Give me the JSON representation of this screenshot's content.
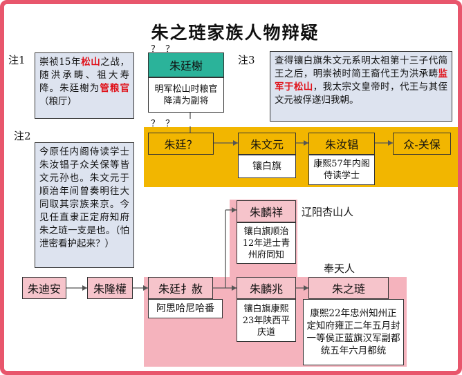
{
  "title": "朱之琏家族人物辩疑",
  "question_marks": {
    "top": "？ ？",
    "middle": "？ ？"
  },
  "notes": {
    "n1": {
      "label": "注1",
      "parts": [
        {
          "text": "崇祯15年",
          "highlight": false
        },
        {
          "text": "松山",
          "highlight": true
        },
        {
          "text": "之战，随洪承畴、祖大寿降。朱廷榭为",
          "highlight": false
        },
        {
          "text": "管粮官",
          "highlight": true
        },
        {
          "text": "（粮厅）",
          "highlight": false
        }
      ]
    },
    "n2": {
      "label": "注2",
      "text": "今原任内阁侍读学士朱汝锠子众关保等皆文元孙也。朱文元于顺治年间曾奏明往大同取其宗族来京。今见任直隶正定府知府朱之琏一支是也。（怕泄密看护起来？）"
    },
    "n3": {
      "label": "注3",
      "parts": [
        {
          "text": "查得镶白旗朱文元系明太祖第十三子代简王之后，明崇祯时简王裔代王为洪承畴",
          "highlight": false
        },
        {
          "text": "监军于松山",
          "highlight": true
        },
        {
          "text": "，我太宗文皇帝时，代王与其侄文元被俘遂归我朝。",
          "highlight": false
        }
      ]
    }
  },
  "people": {
    "zhu_ting_xie": {
      "name": "朱廷榭",
      "detail": "明军松山时粮官降清为副将"
    },
    "zhu_ting_q": {
      "name": "朱廷？"
    },
    "zhu_wen_yuan": {
      "name": "朱文元",
      "detail": "镶白旗"
    },
    "zhu_ru_chang": {
      "name": "朱汝锠",
      "detail": "康熙57年内阁侍读学士"
    },
    "zhong_guan_bao": {
      "name": "众-关保"
    },
    "zhu_lin_xiang": {
      "name": "朱麟祥",
      "detail": "镶白旗顺治12年进士青州府同知"
    },
    "zhu_di_an": {
      "name": "朱迪安"
    },
    "zhu_long_quan": {
      "name": "朱隆權"
    },
    "zhu_ting_she": {
      "name": "朱廷扌赦",
      "detail": "阿思哈尼哈番"
    },
    "zhu_lin_zhao": {
      "name": "朱麟兆",
      "detail": "镶白旗康熙23年陕西平庆道"
    },
    "zhu_zhi_lian": {
      "name": "朱之琏",
      "detail": "康熙22年忠州知州正定知府雍正二年五月封一等侯正蓝旗汉军副都统五年六月都统"
    }
  },
  "places": {
    "liaoyang": "辽阳杏山人",
    "fengtian": "奉天人"
  },
  "colors": {
    "frame": "#e8566c",
    "gold_band": "#f2b600",
    "pink_band": "#f5b3bd",
    "teal_box": "#2bb39a",
    "note_bg": "#dde3ef",
    "pink_box": "#f6c4cb",
    "highlight": "#e0121a"
  }
}
